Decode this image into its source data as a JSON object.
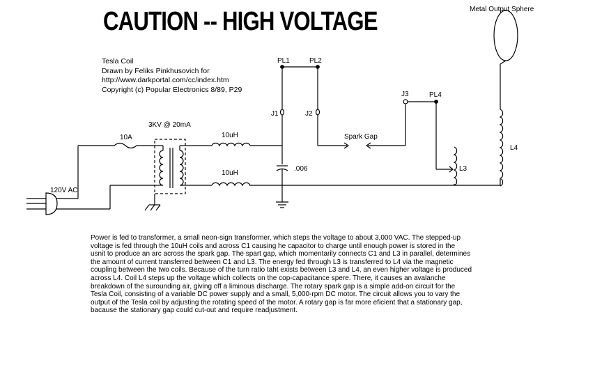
{
  "title": "CAUTION -- HIGH VOLTAGE",
  "credits": [
    "Tesla Coil",
    "Drawn by Feliks Pinkhusovich for",
    "http://www.darkportal.com/cc/index.htm",
    "Copyright (c) Popular Electronics 8/89, P29"
  ],
  "labels": {
    "sphere": "Metal Output Sphere",
    "pl1": "PL1",
    "pl2": "PL2",
    "j3": "J3",
    "pl4": "PL4",
    "j1": "J1",
    "j2": "J2",
    "transformer": "3KV @ 20mA",
    "fuse": "10A",
    "inductor_top": "10uH",
    "inductor_bottom": "10uH",
    "spark_gap": "Spark Gap",
    "capacitor": ".006",
    "l3": "L3",
    "l4": "L4",
    "ac": "120V AC"
  },
  "description": [
    "Power is fed to transformer, a small neon-sign transformer, which steps the voltage to about 3,000 VAC. The stepped-up",
    "voltage is fed through the 10uH coils and across C1 causing he capacitor to charge until enough power is stored in the",
    "usnit to produce an arc across the spark gap. The spart gap, which momentarily connects C1 and L3 in parallel, determines",
    "the amount of current transferred between C1 and L3. The energy fed through L3 is transferred to L4 via the magnetic",
    "coupling between the two coils. Because of the turn ratio taht exists between L3 and L4, an even higher voltage is produced",
    "across L4. Coil L4 steps up the voltage which collects on the cop-capacitance spere. There, it causes an avalanche",
    "breakdown of the surounding air, giving off a liminous discharge. The rotary spark gap is a simple add-on circuit for the",
    "Tesla Coil, consisting of a variable DC power supply and a small, 5,000-rpm DC motor. The circuit allows you to vary the",
    "output of the Tesla coil by adjusting the rotating speed of the motor. A rotary gap is far more eficient that a stationary gap,",
    "bacause the stationary gap could cut-out and require readjustment."
  ]
}
